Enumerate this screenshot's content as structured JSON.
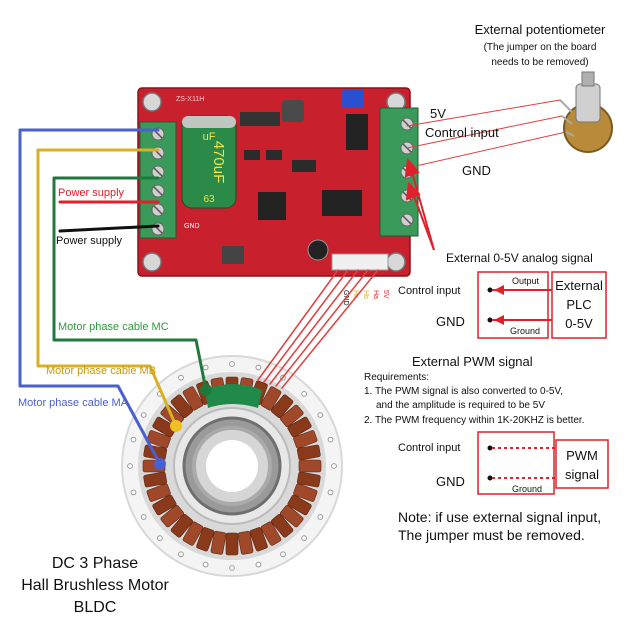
{
  "potentiometer": {
    "title": "External potentiometer",
    "note_line1": "(The jumper on the board",
    "note_line2": "needs to be removed)",
    "label_5v": "5V",
    "label_control": "Control input",
    "label_gnd": "GND"
  },
  "board": {
    "model": "ZS-X11H",
    "capacitor_top": "uF",
    "capacitor_value": "470uF",
    "capacitor_voltage": "63",
    "gnd_silk": "GND",
    "hall_pins": [
      "5V",
      "Ha",
      "Hb",
      "Hc",
      "GND"
    ]
  },
  "power": {
    "supply_positive": "Power supply",
    "supply_negative": "Power supply"
  },
  "motor_cables": {
    "mc": "Motor phase cable MC",
    "mb": "Motor phase cable MB",
    "ma": "Motor phase cable MA"
  },
  "analog": {
    "title": "External 0-5V analog signal",
    "control_input": "Control input",
    "gnd": "GND",
    "output": "Output",
    "ground": "Ground",
    "box_line1": "External",
    "box_line2": "PLC",
    "box_line3": "0-5V"
  },
  "pwm": {
    "title": "External PWM signal",
    "req_title": "Requirements:",
    "req1_line1": "1. The PWM signal is also converted to 0-5V,",
    "req1_line2": "and the amplitude is required to be 5V",
    "req2": "2. The PWM frequency within 1K-20KHZ is better.",
    "control_input": "Control input",
    "gnd": "GND",
    "ground": "Ground",
    "box_line1": "PWM",
    "box_line2": "signal"
  },
  "note": {
    "line1": "Note:  if use external signal input,",
    "line2": "The jumper must be removed."
  },
  "motor": {
    "line1": "DC 3 Phase",
    "line2": "Hall Brushless Motor",
    "line3": "BLDC"
  },
  "colors": {
    "board_red": "#c8202c",
    "terminal_green": "#3a9a5a",
    "wire_blue": "#4a5fd0",
    "wire_yellow": "#d8b020",
    "wire_green": "#1e7a3a",
    "wire_red": "#e0202a",
    "label_green": "#2e9a3a",
    "label_mb": "#c89a10",
    "label_ma": "#4a5fd0"
  }
}
